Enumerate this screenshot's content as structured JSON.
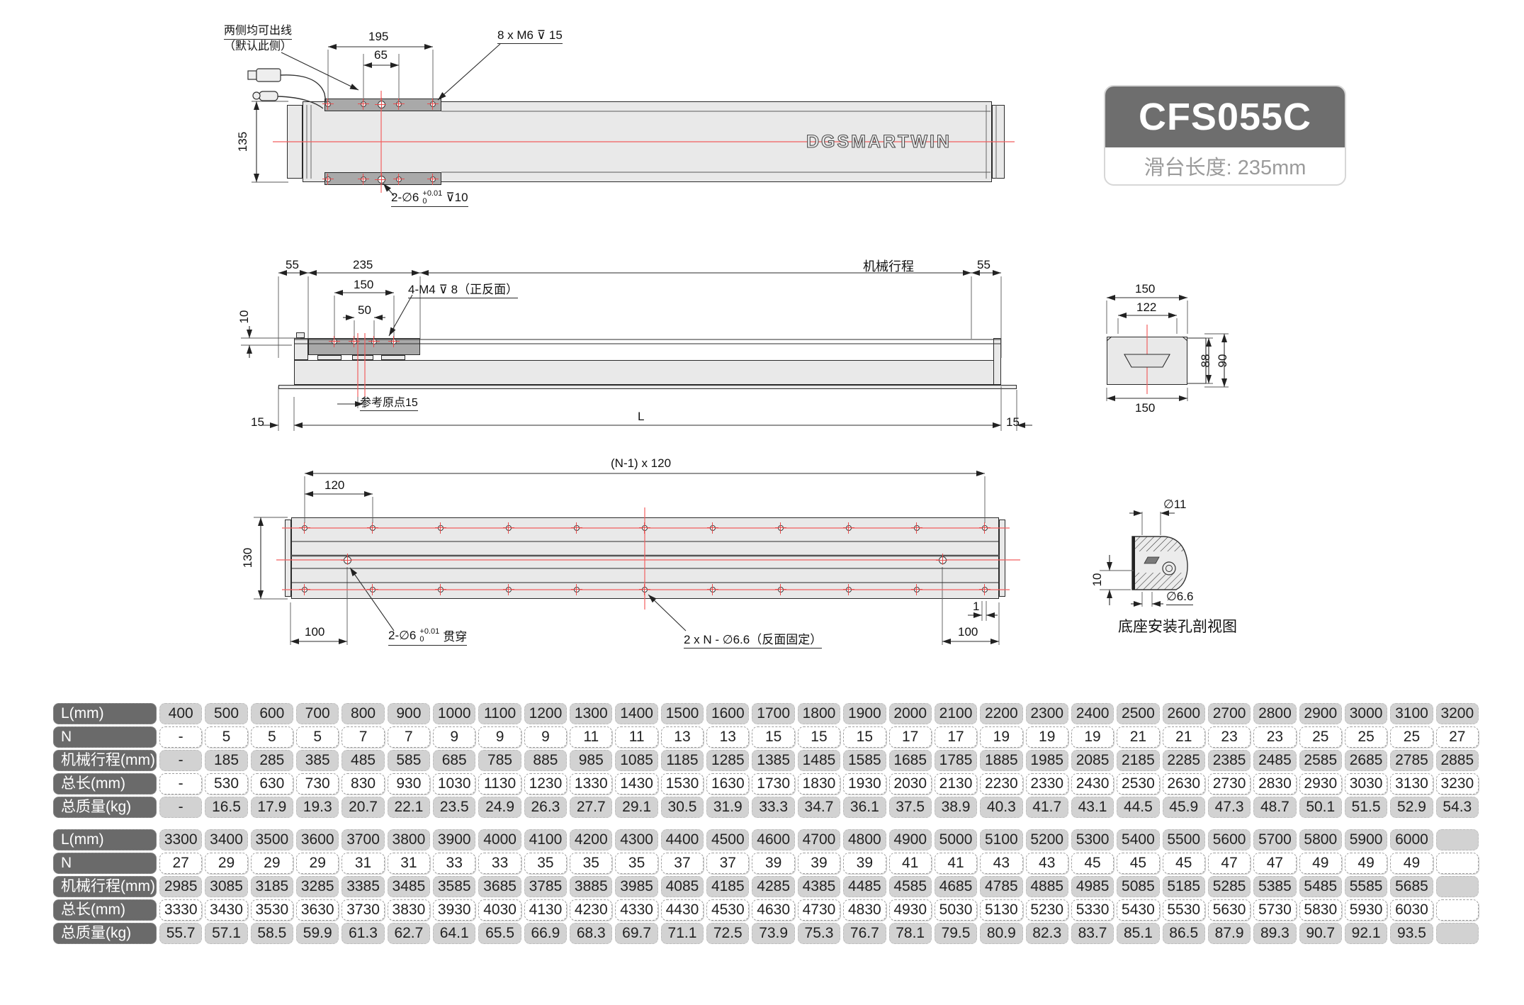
{
  "model_badge": {
    "model": "CFS055C",
    "slide_length": "滑台长度: 235mm"
  },
  "logo_text": "DGSMARTWIN",
  "top_view": {
    "cable_note1": "两侧均可出线",
    "cable_note2": "（默认此侧）",
    "dim_width": "195",
    "dim_inner": "65",
    "thread_label": "8 x M6 ⊽ 15",
    "dim_height": "135",
    "pin_label_prefix": "2-∅6",
    "pin_tol_upper": "+0.01",
    "pin_tol_lower": "0",
    "pin_suffix": "⊽10"
  },
  "side_view": {
    "dim_left_55": "55",
    "dim_carriage": "235",
    "stroke_label": "机械行程",
    "dim_right_55": "55",
    "dim_150": "150",
    "dim_50": "50",
    "thread_label": "4-M4 ⊽ 8（正反面）",
    "dim_10": "10",
    "origin_label": "参考原点15",
    "dim_left_15": "15",
    "dim_total": "L",
    "dim_right_15": "15"
  },
  "end_view": {
    "dim_top_150": "150",
    "dim_122": "122",
    "dim_88": "88",
    "dim_90": "90",
    "dim_bottom_150": "150"
  },
  "bottom_view": {
    "dim_pitch": "(N-1) x 120",
    "dim_120": "120",
    "dim_130": "130",
    "dim_100_left": "100",
    "dim_100_right": "100",
    "dim_1": "1",
    "pin_label_prefix": "2-∅6",
    "pin_tol_upper": "+0.01",
    "pin_tol_lower": "0",
    "pin_suffix": "贯穿",
    "hole_label": "2 x N - ∅6.6（反面固定）"
  },
  "detail_view": {
    "dim_d11": "∅11",
    "dim_10": "10",
    "dim_d66": "∅6.6",
    "caption": "底座安装孔剖视图"
  },
  "spec_table_1": {
    "rows": [
      {
        "header": "L(mm)",
        "style": "gray",
        "values": [
          "400",
          "500",
          "600",
          "700",
          "800",
          "900",
          "1000",
          "1100",
          "1200",
          "1300",
          "1400",
          "1500",
          "1600",
          "1700",
          "1800",
          "1900",
          "2000",
          "2100",
          "2200",
          "2300",
          "2400",
          "2500",
          "2600",
          "2700",
          "2800",
          "2900",
          "3000",
          "3100",
          "3200"
        ]
      },
      {
        "header": "N",
        "style": "white",
        "values": [
          "-",
          "5",
          "5",
          "5",
          "7",
          "7",
          "9",
          "9",
          "9",
          "11",
          "11",
          "13",
          "13",
          "15",
          "15",
          "15",
          "17",
          "17",
          "19",
          "19",
          "19",
          "21",
          "21",
          "23",
          "23",
          "25",
          "25",
          "25",
          "27"
        ]
      },
      {
        "header": "机械行程(mm)",
        "style": "gray",
        "values": [
          "-",
          "185",
          "285",
          "385",
          "485",
          "585",
          "685",
          "785",
          "885",
          "985",
          "1085",
          "1185",
          "1285",
          "1385",
          "1485",
          "1585",
          "1685",
          "1785",
          "1885",
          "1985",
          "2085",
          "2185",
          "2285",
          "2385",
          "2485",
          "2585",
          "2685",
          "2785",
          "2885"
        ]
      },
      {
        "header": "总长(mm)",
        "style": "white",
        "values": [
          "-",
          "530",
          "630",
          "730",
          "830",
          "930",
          "1030",
          "1130",
          "1230",
          "1330",
          "1430",
          "1530",
          "1630",
          "1730",
          "1830",
          "1930",
          "2030",
          "2130",
          "2230",
          "2330",
          "2430",
          "2530",
          "2630",
          "2730",
          "2830",
          "2930",
          "3030",
          "3130",
          "3230"
        ]
      },
      {
        "header": "总质量(kg)",
        "style": "gray",
        "values": [
          "-",
          "16.5",
          "17.9",
          "19.3",
          "20.7",
          "22.1",
          "23.5",
          "24.9",
          "26.3",
          "27.7",
          "29.1",
          "30.5",
          "31.9",
          "33.3",
          "34.7",
          "36.1",
          "37.5",
          "38.9",
          "40.3",
          "41.7",
          "43.1",
          "44.5",
          "45.9",
          "47.3",
          "48.7",
          "50.1",
          "51.5",
          "52.9",
          "54.3"
        ]
      }
    ]
  },
  "spec_table_2": {
    "rows": [
      {
        "header": "L(mm)",
        "style": "gray",
        "values": [
          "3300",
          "3400",
          "3500",
          "3600",
          "3700",
          "3800",
          "3900",
          "4000",
          "4100",
          "4200",
          "4300",
          "4400",
          "4500",
          "4600",
          "4700",
          "4800",
          "4900",
          "5000",
          "5100",
          "5200",
          "5300",
          "5400",
          "5500",
          "5600",
          "5700",
          "5800",
          "5900",
          "6000",
          ""
        ]
      },
      {
        "header": "N",
        "style": "white",
        "values": [
          "27",
          "29",
          "29",
          "29",
          "31",
          "31",
          "33",
          "33",
          "35",
          "35",
          "35",
          "37",
          "37",
          "39",
          "39",
          "39",
          "41",
          "41",
          "43",
          "43",
          "45",
          "45",
          "45",
          "47",
          "47",
          "49",
          "49",
          "49",
          ""
        ]
      },
      {
        "header": "机械行程(mm)",
        "style": "gray",
        "values": [
          "2985",
          "3085",
          "3185",
          "3285",
          "3385",
          "3485",
          "3585",
          "3685",
          "3785",
          "3885",
          "3985",
          "4085",
          "4185",
          "4285",
          "4385",
          "4485",
          "4585",
          "4685",
          "4785",
          "4885",
          "4985",
          "5085",
          "5185",
          "5285",
          "5385",
          "5485",
          "5585",
          "5685",
          ""
        ]
      },
      {
        "header": "总长(mm)",
        "style": "white",
        "values": [
          "3330",
          "3430",
          "3530",
          "3630",
          "3730",
          "3830",
          "3930",
          "4030",
          "4130",
          "4230",
          "4330",
          "4430",
          "4530",
          "4630",
          "4730",
          "4830",
          "4930",
          "5030",
          "5130",
          "5230",
          "5330",
          "5430",
          "5530",
          "5630",
          "5730",
          "5830",
          "5930",
          "6030",
          ""
        ]
      },
      {
        "header": "总质量(kg)",
        "style": "gray",
        "values": [
          "55.7",
          "57.1",
          "58.5",
          "59.9",
          "61.3",
          "62.7",
          "64.1",
          "65.5",
          "66.9",
          "68.3",
          "69.7",
          "71.1",
          "72.5",
          "73.9",
          "75.3",
          "76.7",
          "78.1",
          "79.5",
          "80.9",
          "82.3",
          "83.7",
          "85.1",
          "86.5",
          "87.9",
          "89.3",
          "90.7",
          "92.1",
          "93.5",
          ""
        ]
      }
    ]
  }
}
